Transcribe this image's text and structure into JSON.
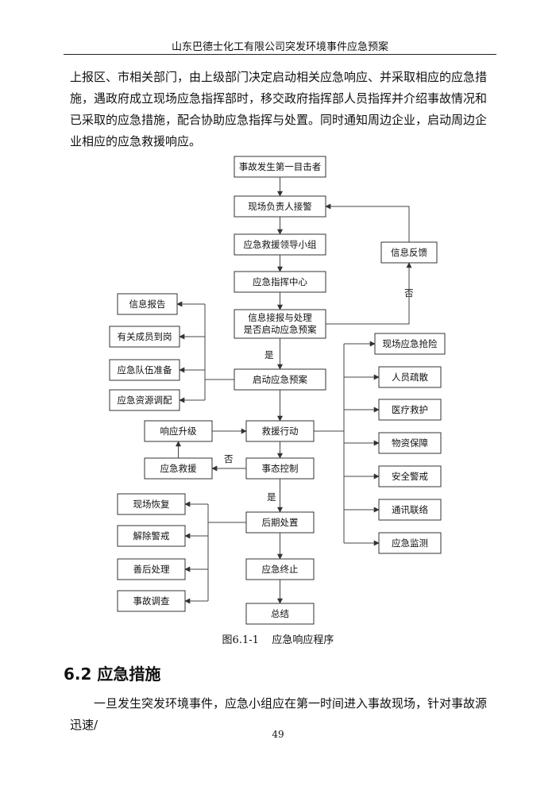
{
  "header": {
    "title": "山东巴德士化工有限公司突发环境事件应急预案"
  },
  "intro_paragraph": "上报区、市相关部门，由上级部门决定启动相关应急响应、并采取相应的应急措施，遇政府成立现场应急指挥部时，移交政府指挥部人员指挥并介绍事故情况和已采取的应急措施，配合协助应急指挥与处置。同时通知周边企业，启动周边企业相应的应急救援响应。",
  "flowchart": {
    "main_steps": [
      "事故发生第一目击者",
      "现场负责人接警",
      "应急救援领导小组",
      "应急指挥中心",
      "信息接报与处理",
      "是否启动应急预案",
      "启动应急预案",
      "救援行动",
      "事态控制",
      "后期处置",
      "应急终止",
      "总结"
    ],
    "feedback_box": "信息反馈",
    "preparation_boxes": [
      "信息报告",
      "有关成员到岗",
      "应急队伍准备",
      "应急资源调配"
    ],
    "action_boxes": [
      "现场应急抢险",
      "人员疏散",
      "医疗救护",
      "物资保障",
      "安全警戒",
      "通讯联络",
      "应急监测"
    ],
    "escalation_boxes": [
      "响应升级",
      "应急救援"
    ],
    "recovery_boxes": [
      "现场恢复",
      "解除警戒",
      "善后处理",
      "事故调查"
    ],
    "edge_labels": {
      "no_1": "否",
      "yes_1": "是",
      "no_2": "否",
      "yes_2": "是"
    }
  },
  "figure": {
    "number": "图6.1-1",
    "caption": "应急响应程序"
  },
  "section": {
    "number": "6.2",
    "title": "应急措施"
  },
  "section_paragraph": "一旦发生突发环境事件，应急小组应在第一时间进入事故现场，针对事故源迅速/",
  "page_number": "49"
}
